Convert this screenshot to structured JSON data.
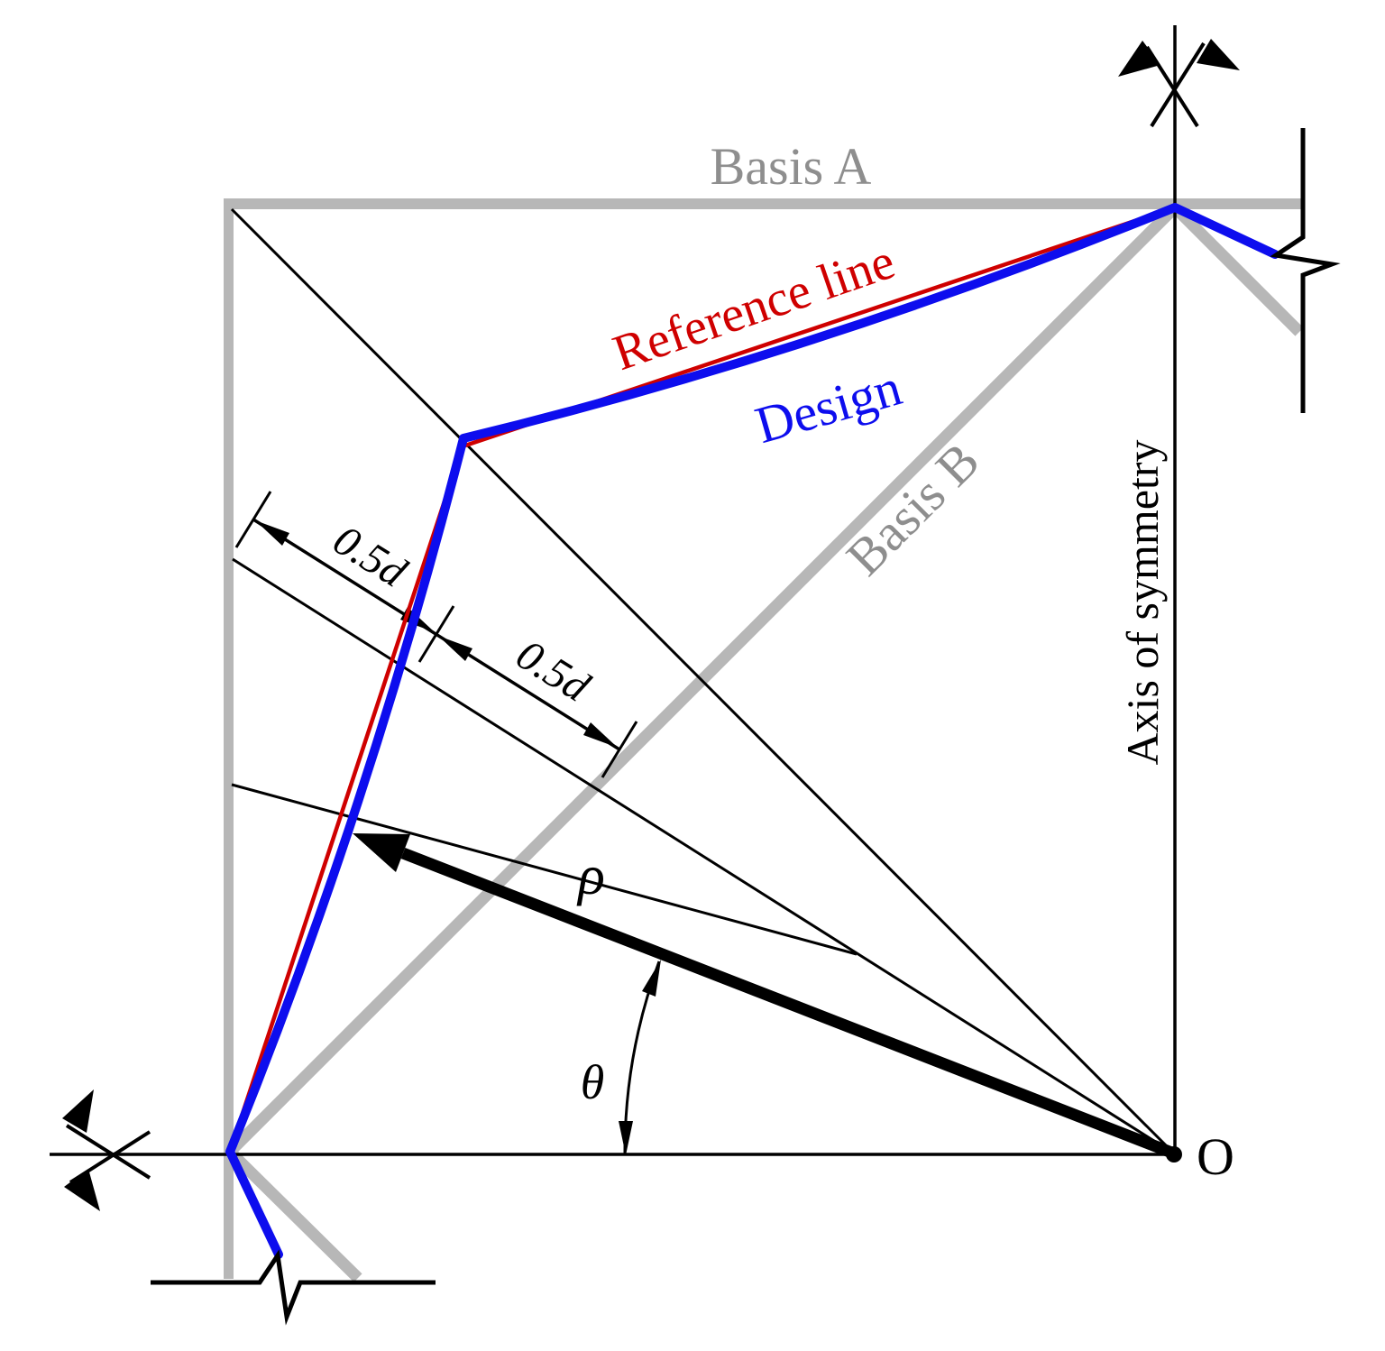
{
  "figure": {
    "labels": {
      "basis_a": "Basis A",
      "basis_b": "Basis B",
      "reference_line": "Reference line",
      "design": "Design",
      "axis_of_symmetry": "Axis of symmetry",
      "dim_upper": "0.5d",
      "dim_lower": "0.5d",
      "rho": "ρ",
      "theta": "θ",
      "origin": "O"
    },
    "colors": {
      "gray_line": "#b7b7b7",
      "gray_text": "#8e8e8e",
      "red": "#cf0000",
      "blue": "#0d0dee",
      "black": "#000000"
    }
  }
}
